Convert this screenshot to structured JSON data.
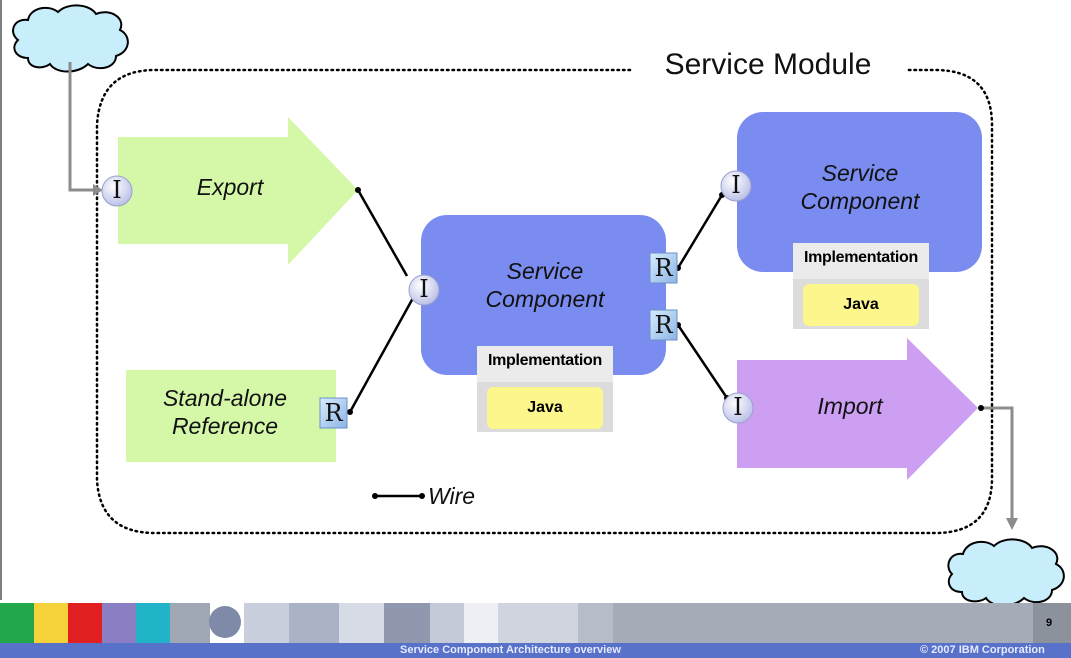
{
  "diagram": {
    "module_title": "Service Module",
    "export_label": "Export",
    "import_label": "Import",
    "standalone_line1": "Stand-alone",
    "standalone_line2": "Reference",
    "center_component_line1": "Service",
    "center_component_line2": "Component",
    "right_component_line1": "Service",
    "right_component_line2": "Component",
    "implementation_label": "Implementation",
    "java_label": "Java",
    "wire_label": "Wire",
    "interface_glyph": "I",
    "reference_glyph": "R"
  },
  "footer": {
    "title": "Service Component Architecture overview",
    "copyright": "© 2007 IBM Corporation",
    "page_number": "9"
  },
  "colors": {
    "export_green": "#d4f7a8",
    "component_blue": "#7b8cf0",
    "import_purple": "#cc9ff2",
    "java_yellow": "#fcf68c",
    "cloud_blue": "#c8eefc",
    "footer_blue": "#5871c9"
  }
}
